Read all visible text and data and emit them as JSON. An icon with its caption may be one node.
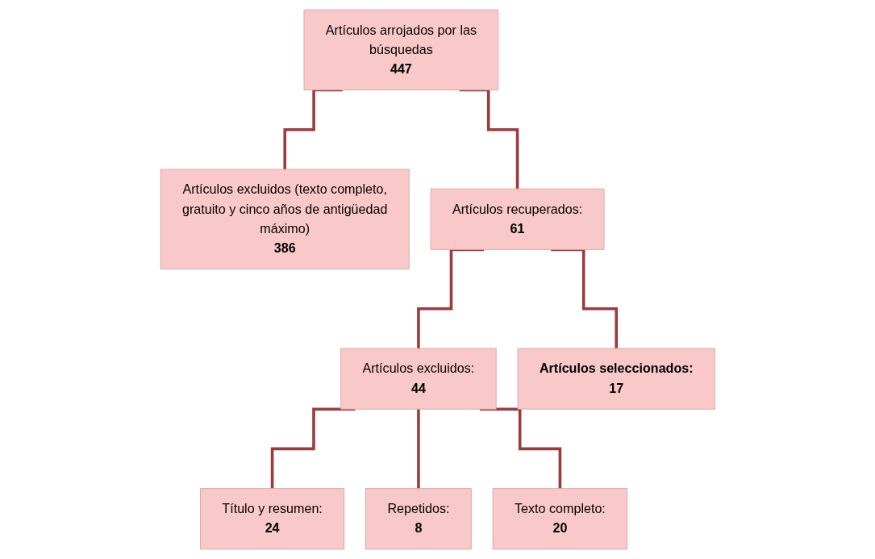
{
  "diagram": {
    "nodes": [
      {
        "text": [
          "Artículos arrojados por las búsquedas",
          "447"
        ]
      },
      {
        "text": [
          "Artículos excluidos (texto completo, gratuito y cinco años de antigüedad máximo)",
          "386"
        ]
      },
      {
        "text": [
          "Artículos recuperados:",
          "61"
        ]
      },
      {
        "text": [
          "Artículos excluidos:",
          "44"
        ]
      },
      {
        "text": [
          "Artículos seleccionados:",
          "17"
        ]
      },
      {
        "text": [
          "Título y resumen:",
          "24"
        ]
      },
      {
        "text": [
          "Repetidos:",
          "8"
        ]
      },
      {
        "text": [
          "Texto completo:",
          "20"
        ]
      }
    ],
    "edges": [
      {
        "from": 0,
        "to": 1,
        "arrow": "none"
      },
      {
        "from": 0,
        "to": 2,
        "arrow": "none"
      },
      {
        "from": 2,
        "to": 3,
        "arrow": "none"
      },
      {
        "from": 2,
        "to": 4,
        "arrow": "none"
      },
      {
        "from": 3,
        "to": 5,
        "arrow": "none"
      },
      {
        "from": 3,
        "to": 6,
        "arrow": "none"
      },
      {
        "from": 3,
        "to": 7,
        "arrow": "none"
      }
    ]
  }
}
